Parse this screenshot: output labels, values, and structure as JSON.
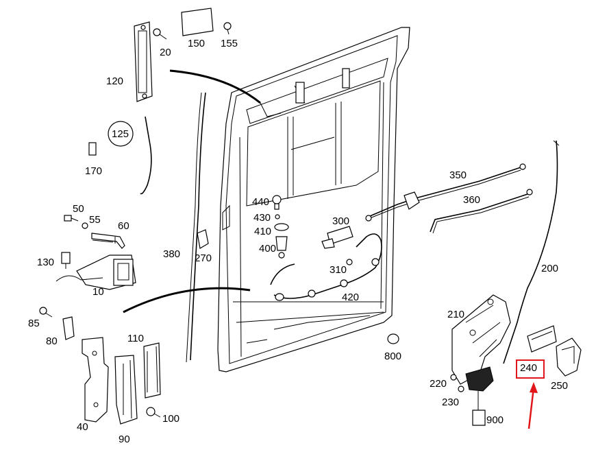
{
  "diagram": {
    "callouts": {
      "c20": "20",
      "c150": "150",
      "c155": "155",
      "c120": "120",
      "c125": "125",
      "c170": "170",
      "c350": "350",
      "c360": "360",
      "c440": "440",
      "c430": "430",
      "c410": "410",
      "c400": "400",
      "c300": "300",
      "c310": "310",
      "c420": "420",
      "c50": "50",
      "c55": "55",
      "c60": "60",
      "c130": "130",
      "c10": "10",
      "c380": "380",
      "c270": "270",
      "c200": "200",
      "c85": "85",
      "c80": "80",
      "c110": "110",
      "c100": "100",
      "c40": "40",
      "c90": "90",
      "c800": "800",
      "c210": "210",
      "c240": "240",
      "c250": "250",
      "c220": "220",
      "c230": "230",
      "c900": "900"
    },
    "highlight": {
      "part": "240",
      "color": "#e0161b"
    }
  }
}
